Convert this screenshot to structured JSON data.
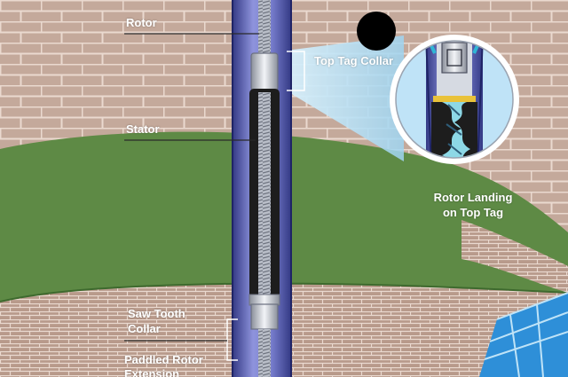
{
  "diagram": {
    "labels": {
      "rotor": "Rotor",
      "top_tag_collar": "Top Tag Collar",
      "stator": "Stator",
      "saw_tooth_collar_line1": "Saw Tooth",
      "saw_tooth_collar_line2": "Collar",
      "paddled_rotor_line1": "Paddled Rotor",
      "paddled_rotor_line2": "Extension",
      "rotor_landing_line1": "Rotor Landing",
      "rotor_landing_line2": "on Top Tag"
    },
    "colors": {
      "brick": "#c4a99b",
      "mortar": "#ead9cf",
      "grass": "#5e8a45",
      "tubing": "#6e74c8",
      "tubing_dark": "#343a85",
      "stator_body": "#1d1d1d",
      "rotor_silver": "#d2d6dd",
      "water_blue": "#2e8fd8",
      "callout_glow": "#bfe3f7",
      "label_text": "#ffffff",
      "highlight_yellow": "#e9c23a"
    }
  }
}
